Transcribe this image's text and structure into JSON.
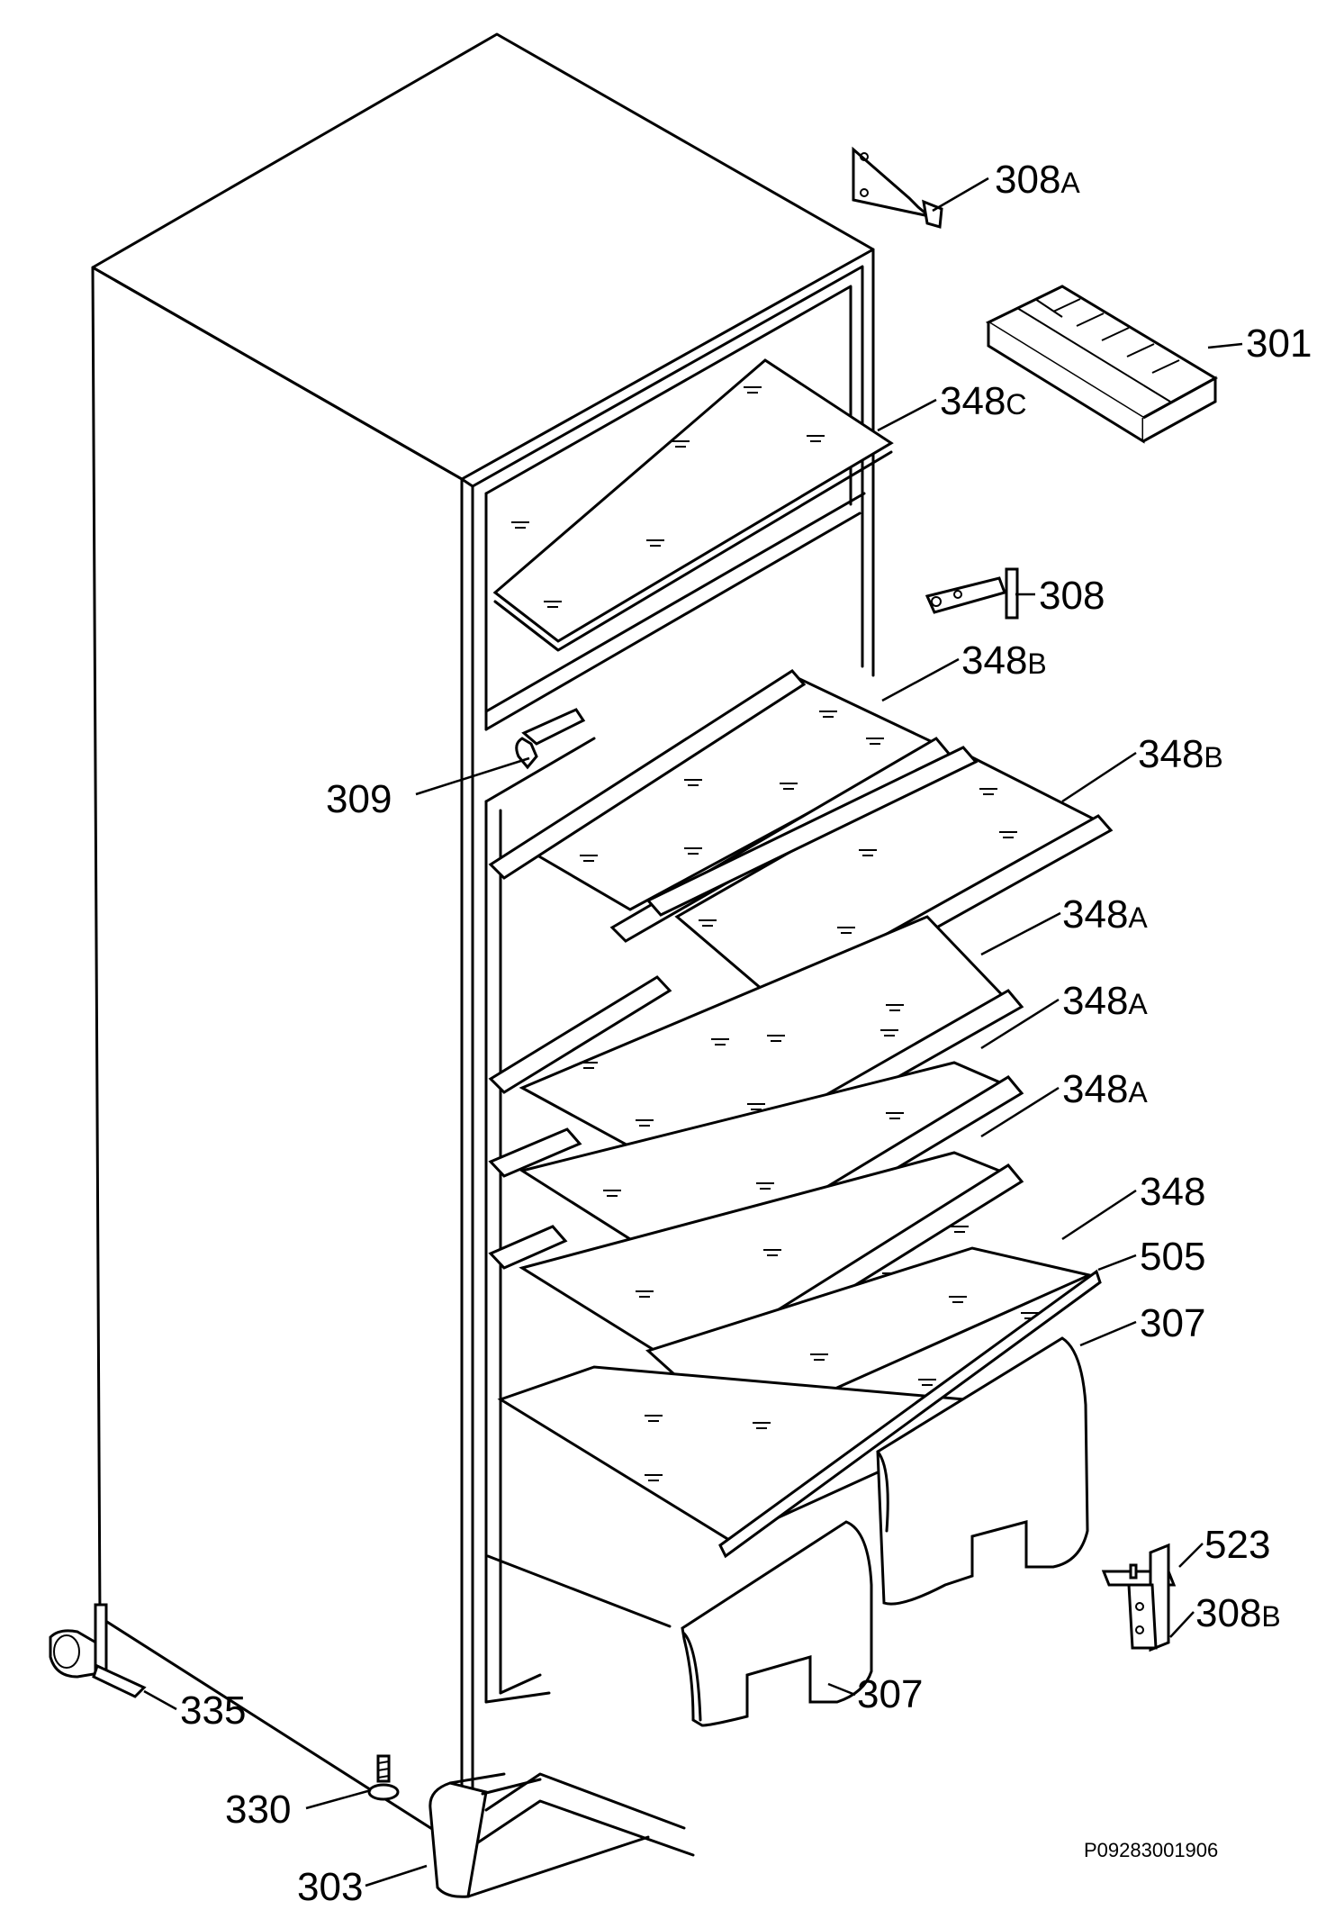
{
  "labels": {
    "l308A": {
      "num": "308",
      "sfx": "A"
    },
    "l301": {
      "num": "301"
    },
    "l348C": {
      "num": "348",
      "sfx": "C"
    },
    "l308": {
      "num": "308"
    },
    "l348B1": {
      "num": "348",
      "sfx": "B"
    },
    "l348B2": {
      "num": "348",
      "sfx": "B"
    },
    "l309": {
      "num": "309"
    },
    "l348A1": {
      "num": "348",
      "sfx": "A"
    },
    "l348A2": {
      "num": "348",
      "sfx": "A"
    },
    "l348A3": {
      "num": "348",
      "sfx": "A"
    },
    "l348": {
      "num": "348"
    },
    "l505": {
      "num": "505"
    },
    "l307a": {
      "num": "307"
    },
    "l523": {
      "num": "523"
    },
    "l308B": {
      "num": "308",
      "sfx": "B"
    },
    "l307b": {
      "num": "307"
    },
    "l335": {
      "num": "335"
    },
    "l330": {
      "num": "330"
    },
    "l303": {
      "num": "303"
    }
  },
  "reference_code": "P09283001906"
}
